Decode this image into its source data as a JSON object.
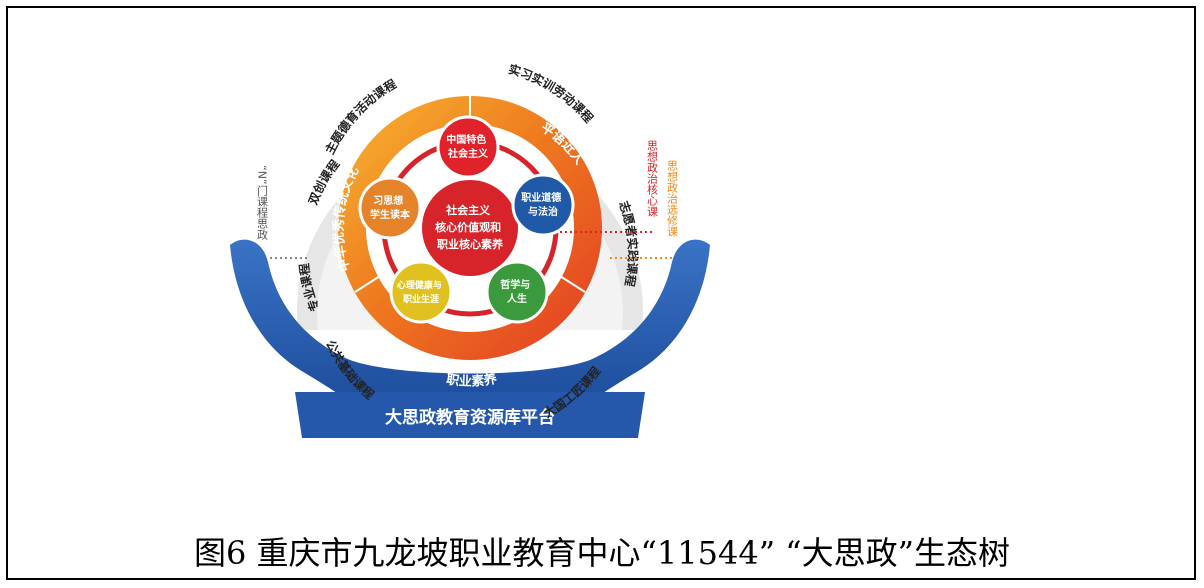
{
  "center": {
    "lines": [
      "社会主义",
      "核心价值观和",
      "职业核心素养"
    ]
  },
  "satellites": [
    {
      "lines": [
        "中国特色",
        "社会主义"
      ],
      "color": "#e0222a"
    },
    {
      "lines": [
        "职业道德",
        "与法治"
      ],
      "color": "#1f59a8"
    },
    {
      "lines": [
        "哲学与",
        "人生"
      ],
      "color": "#3a9a3c"
    },
    {
      "lines": [
        "心理健康与",
        "职业生涯"
      ],
      "color": "#e0c120"
    },
    {
      "lines": [
        "习思想",
        "学生读本"
      ],
      "color": "#e5832a"
    }
  ],
  "ring_inner": {
    "left": "中华优秀传统文化",
    "right": "平语近人",
    "bottom": "职业素养"
  },
  "ring_outer": [
    "主题德育活动课程",
    "实习实训劳动课程",
    "志愿者实践课程",
    "大国工匠课程",
    "公共基础课程",
    "专业课程",
    "双创课程"
  ],
  "side_labels": {
    "left": "“N”门课程思政",
    "right_red": "思想政治核心课",
    "right_orange": "思想政治选修课"
  },
  "platform": "大思政教育资源库平台",
  "caption": "图6  重庆市九龙坡职业教育中心“11544” “大思政”生态树",
  "colors": {
    "blue": "#2a5fb3",
    "red": "#d7242b",
    "orange": "#ef8a1e",
    "yellow": "#f2b41f",
    "gray": "#e3e3e3"
  }
}
